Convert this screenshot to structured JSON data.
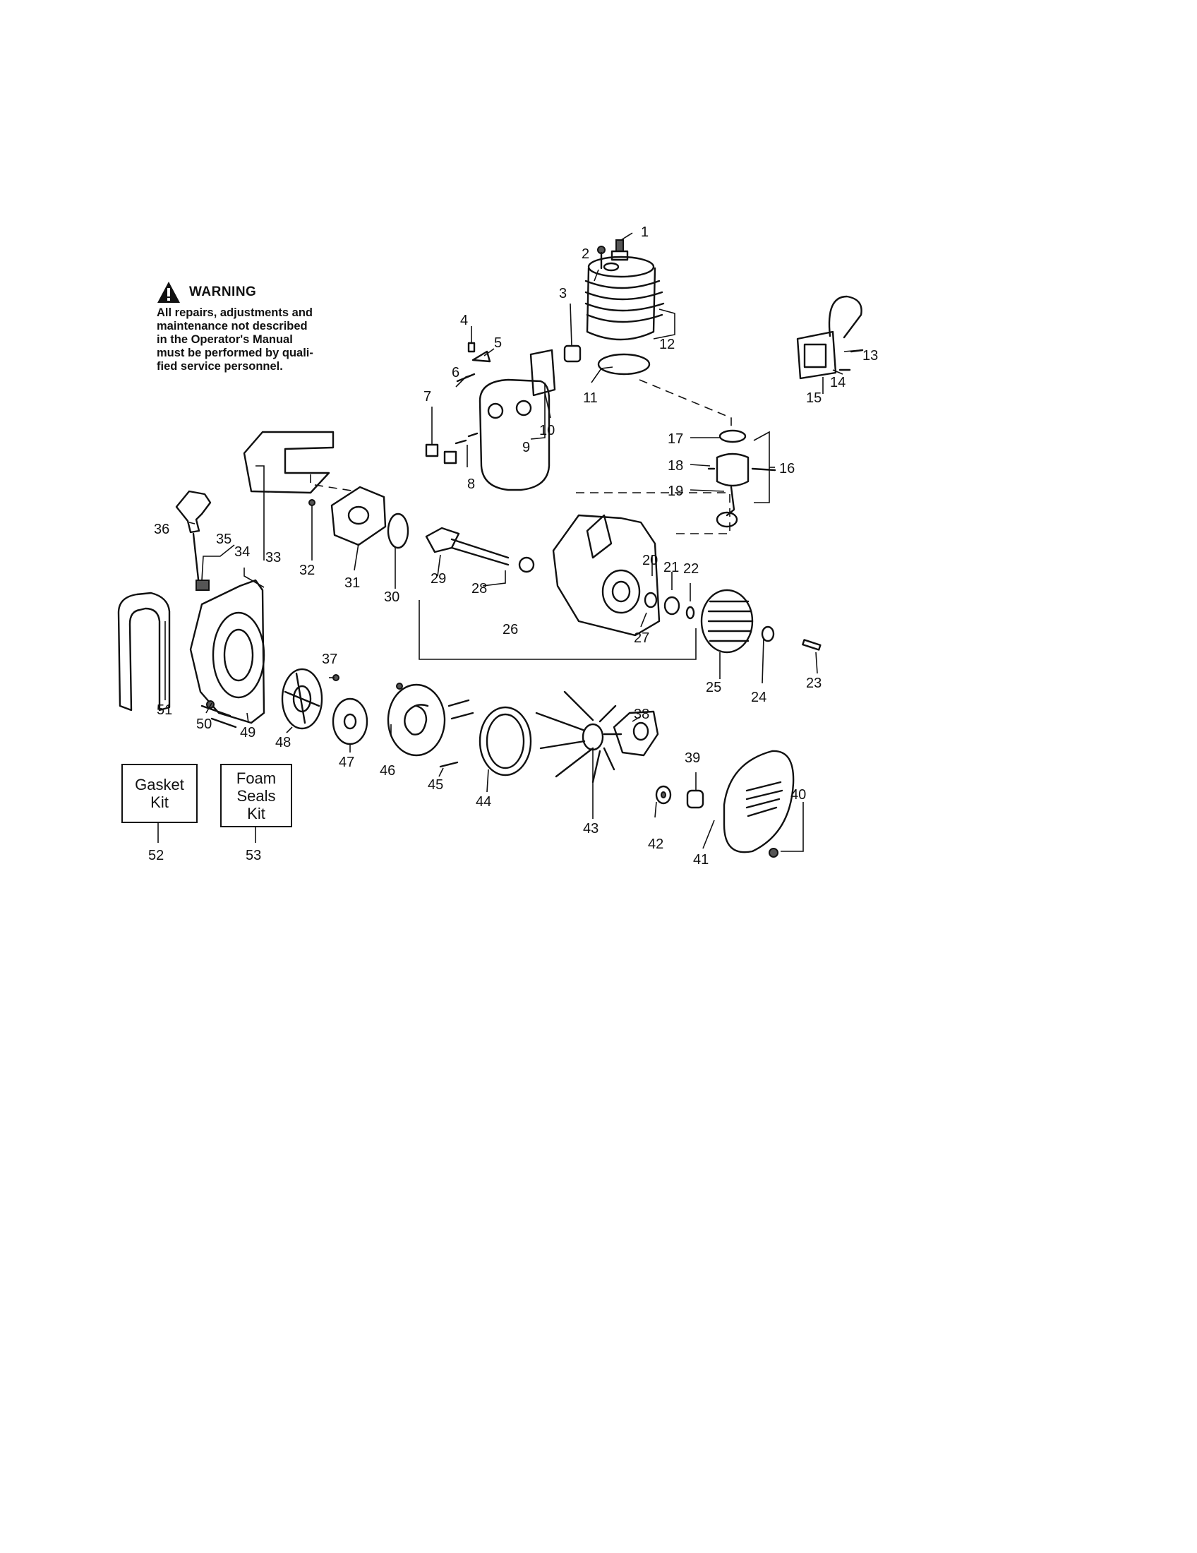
{
  "warning": {
    "title": "WARNING",
    "icon": "warning-triangle-icon",
    "lines": [
      "All repairs, adjustments and",
      "maintenance not described",
      "in the Operator's Manual",
      "must be performed by quali-",
      "fied service personnel."
    ]
  },
  "kits": [
    {
      "label": "Gasket\nKit",
      "number": "52"
    },
    {
      "label": "Foam\nSeals\nKit",
      "number": "53"
    }
  ],
  "callouts": [
    "1",
    "2",
    "3",
    "4",
    "5",
    "6",
    "7",
    "8",
    "9",
    "10",
    "11",
    "12",
    "13",
    "14",
    "15",
    "16",
    "17",
    "18",
    "19",
    "20",
    "21",
    "22",
    "23",
    "24",
    "25",
    "26",
    "27",
    "28",
    "29",
    "30",
    "31",
    "32",
    "33",
    "34",
    "35",
    "36",
    "37",
    "38",
    "39",
    "40",
    "41",
    "42",
    "43",
    "44",
    "45",
    "46",
    "47",
    "48",
    "49",
    "50",
    "51"
  ]
}
